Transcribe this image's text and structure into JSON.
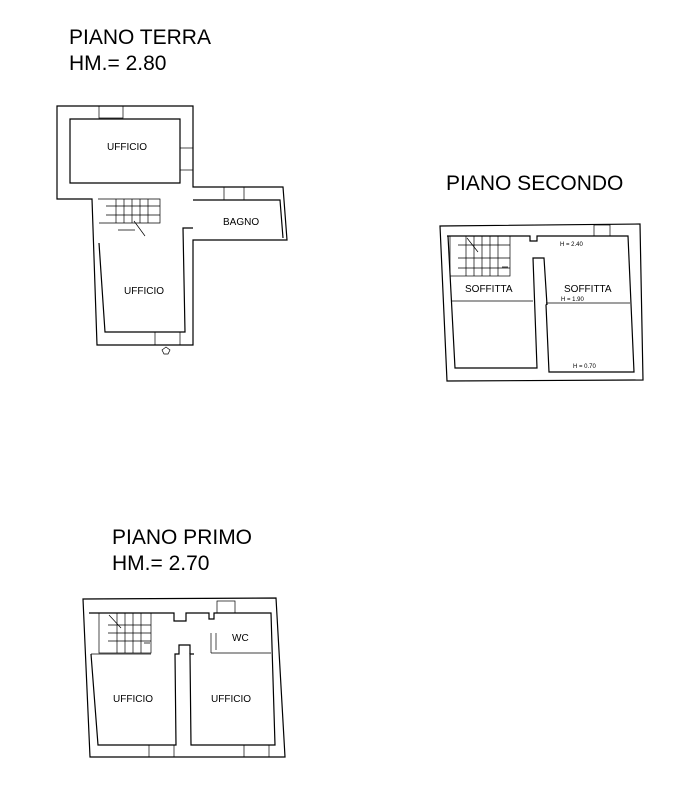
{
  "piano_terra": {
    "title": "PIANO TERRA",
    "height": "HM.= 2.80",
    "rooms": [
      "UFFICIO",
      "BAGNO",
      "UFFICIO"
    ]
  },
  "piano_secondo": {
    "title": "PIANO  SECONDO",
    "rooms": [
      "SOFFITTA",
      "SOFFITTA"
    ],
    "heights": [
      "H = 2.40",
      "H = 1.90",
      "H = 0.70"
    ]
  },
  "piano_primo": {
    "title": "PIANO PRIMO",
    "height": "HM.= 2.70",
    "rooms": [
      "WC",
      "UFFICIO",
      "UFFICIO"
    ]
  }
}
